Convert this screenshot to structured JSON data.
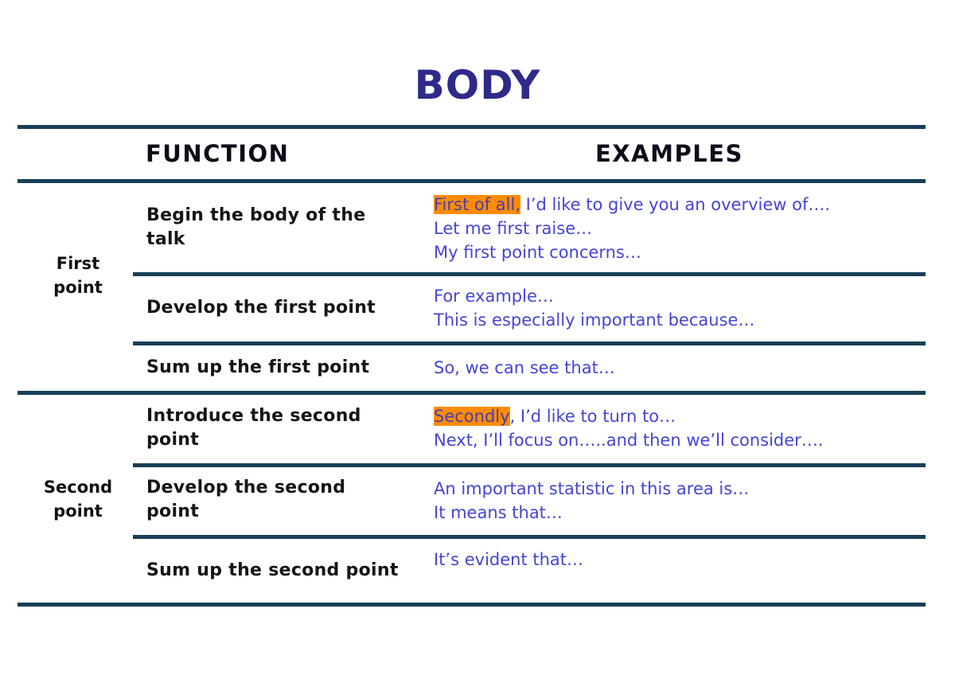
{
  "title": "BODY",
  "headers": {
    "function": "FUNCTION",
    "examples": "EXAMPLES"
  },
  "colors": {
    "title": "#2e2a8a",
    "rule": "#173f57",
    "example_text": "#4444d6",
    "highlight": "#ff8c00"
  },
  "groups": [
    {
      "label_line1": "First",
      "label_line2": "point"
    },
    {
      "label_line1": "Second",
      "label_line2": "point"
    }
  ],
  "rows": [
    {
      "function": "Begin the body of the talk",
      "examples": [
        {
          "highlight": "First of all,",
          "rest": " I’d like to give you an overview of…."
        },
        {
          "highlight": "",
          "rest": "Let me first raise…"
        },
        {
          "highlight": "",
          "rest": "My first point concerns…"
        }
      ]
    },
    {
      "function": "Develop the first point",
      "examples": [
        {
          "highlight": "",
          "rest": "For example…"
        },
        {
          "highlight": "",
          "rest": "This is especially important because…"
        }
      ]
    },
    {
      "function": "Sum up the first point",
      "examples": [
        {
          "highlight": "",
          "rest": "So, we can see that…"
        }
      ]
    },
    {
      "function": "Introduce the second point",
      "examples": [
        {
          "highlight": "Secondly",
          "rest": ", I’d like to turn to…"
        },
        {
          "highlight": "",
          "rest": "Next, I’ll focus on…..and then we’ll consider…."
        }
      ]
    },
    {
      "function": "Develop the second point",
      "examples": [
        {
          "highlight": "",
          "rest": "An important statistic in this area is…"
        },
        {
          "highlight": "",
          "rest": "It means that…"
        }
      ]
    },
    {
      "function": "Sum up the second point",
      "examples": [
        {
          "highlight": "",
          "rest": "It’s evident that…"
        }
      ]
    }
  ]
}
